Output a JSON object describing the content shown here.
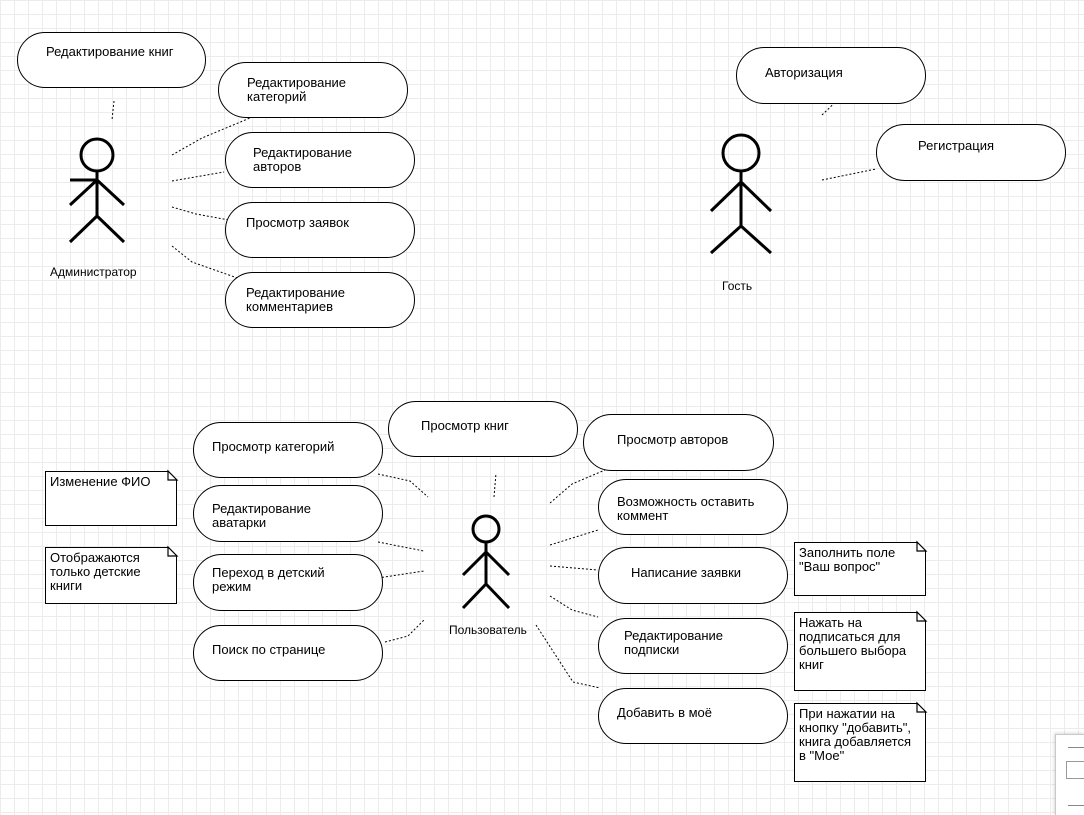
{
  "actors": {
    "admin": "Администратор",
    "guest": "Гость",
    "user": "Пользователь"
  },
  "admin_cases": {
    "edit_books": "Редактирование книг",
    "edit_categories": "Редактирование\nкатегорий",
    "edit_authors": "Редактирование\nавторов",
    "view_requests": "Просмотр заявок",
    "edit_comments": "Редактирование\nкомментариев"
  },
  "guest_cases": {
    "auth": "Авторизация",
    "register": "Регистрация"
  },
  "user_cases": {
    "view_books": "Просмотр книг",
    "view_categories": "Просмотр категорий",
    "edit_avatar": "Редактирование\nаватарки",
    "kids_mode": "Переход в детский\nрежим",
    "page_search": "Поиск по странице",
    "view_authors": "Просмотр авторов",
    "leave_comment": "Возможность оставить\nкоммент",
    "write_request": "Написание заявки",
    "edit_subscription": "Редактирование\nподписки",
    "add_mine": "Добавить в моё"
  },
  "notes": {
    "change_name": "Изменение ФИО",
    "kids_books": "Отображаются\nтолько детские\nкниги",
    "fill_field": "Заполнить поле\n\"Ваш вопрос\"",
    "subscribe": "Нажать на\nподписаться для\nбольшего выбора\nкниг",
    "add_button": "При нажатии на\nкнопку \"добавить\",\nкнига добавляется\nв \"Мое\""
  }
}
